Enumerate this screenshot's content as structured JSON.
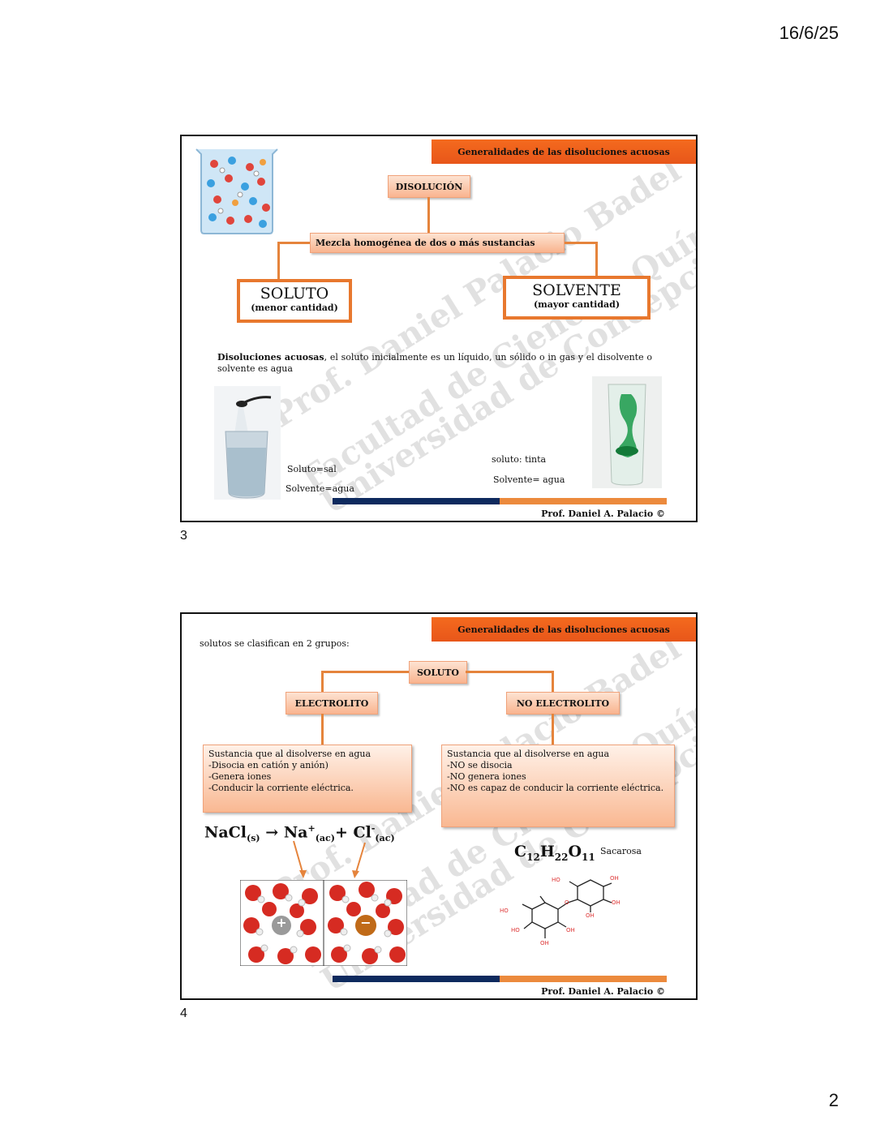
{
  "header": {
    "date": "16/6/25"
  },
  "footer": {
    "page_number": "2"
  },
  "slides": [
    {
      "number": "3",
      "banner": "Generalidades de las disoluciones acuosas",
      "top_box": "DISOLUCIÓN",
      "mid_box": "Mezcla homogénea de dos  o más sustancias",
      "left_title": "SOLUTO",
      "left_sub": "(menor cantidad)",
      "right_title": "SOLVENTE",
      "right_sub": "(mayor cantidad)",
      "paragraph_bold": "Disoluciones acuosas",
      "paragraph_rest": ", el soluto inicialmente es un líquido, un sólido o in gas  y el disolvente o solvente  es agua",
      "ex1_solute": "Soluto=sal",
      "ex1_solvent": "Solvente=agua",
      "ex2_solute": "soluto: tinta",
      "ex2_solvent": "Solvente= agua",
      "author": "Prof. Daniel A. Palacio ©",
      "watermark": [
        "Prof. Daniel Palacio Badel",
        "Facultad de Ciencias Químicas",
        "Universidad de Concepción"
      ]
    },
    {
      "number": "4",
      "banner": "Generalidades de las disoluciones acuosas",
      "intro": "solutos se clasifican en 2 grupos:",
      "top_box": "SOLUTO",
      "left_box": "ELECTROLITO",
      "right_box": "NO ELECTROLITO",
      "left_desc": [
        "Sustancia que al disolverse en agua",
        "-Disocia en catión y anión)",
        "-Genera iones",
        "-Conducir la corriente eléctrica."
      ],
      "right_desc": [
        "Sustancia que al disolverse en agua",
        "-NO se disocia",
        "-NO genera iones",
        "-NO es capaz de conducir la corriente eléctrica."
      ],
      "equation": {
        "nacl": "NaCl",
        "s": "(s)",
        "arrow": "→",
        "na": "Na",
        "plus": "+",
        "ac": "(ac)",
        "plus2": "+",
        "cl": "Cl",
        "minus": "-",
        "ac2": "(ac)"
      },
      "formula": {
        "c": "C",
        "c_n": "12",
        "h": "H",
        "h_n": "22",
        "o": "O",
        "o_n": "11"
      },
      "formula_name": "Sacarosa",
      "ion_plus": "+",
      "ion_minus": "−",
      "mol_labels": [
        "HO",
        "OH",
        "OH",
        "OH",
        "HO",
        "HO",
        "OH",
        "OH",
        "O"
      ],
      "author": "Prof. Daniel A. Palacio ©",
      "watermark": [
        "Prof. Daniel Palacio Badel",
        "Facultad de Ciencias Químicas",
        "Universidad de Concepción"
      ]
    }
  ]
}
